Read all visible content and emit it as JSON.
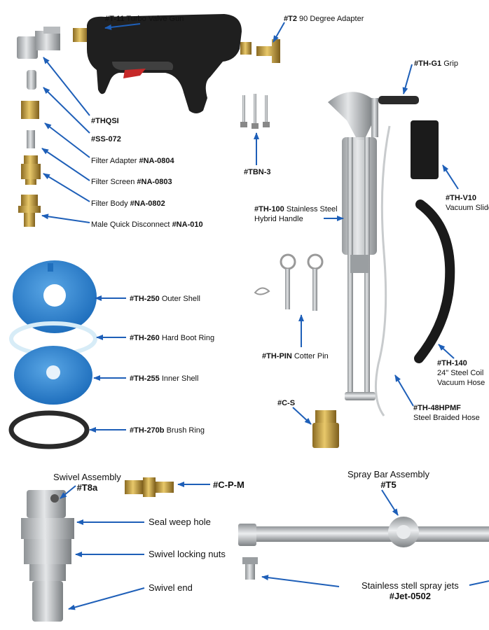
{
  "colors": {
    "arrow": "#1e5fb8",
    "shell_blue": "#2f86d4",
    "brass": "#c9a24a",
    "steel": "#b9bcbf",
    "dark": "#222222"
  },
  "labels": {
    "t11": {
      "code": "#T-11",
      "name": "Turbo Valve Gun"
    },
    "t2": {
      "code": "#T2",
      "name": "90 Degree Adapter"
    },
    "thg1": {
      "code": "#TH-G1",
      "name": "Grip"
    },
    "thqsi": {
      "code": "#THQSI",
      "name": ""
    },
    "ss072": {
      "code": "#SS-072",
      "name": ""
    },
    "na0804": {
      "name": "Filter Adapter",
      "code": "#NA-0804"
    },
    "na0803": {
      "name": "Filter Screen",
      "code": "#NA-0803"
    },
    "na0802": {
      "name": "Filter Body",
      "code": "#NA-0802"
    },
    "na010": {
      "name": "Male Quick Disconnect",
      "code": "#NA-010"
    },
    "tbn3": {
      "code": "#TBN-3"
    },
    "thv10": {
      "code": "#TH-V10",
      "name": "Vacuum Slide"
    },
    "th100": {
      "code": "#TH-100",
      "name": "Stainless Steel",
      "line2": "Hybrid Handle"
    },
    "th250": {
      "code": "#TH-250",
      "name": "Outer Shell"
    },
    "th260": {
      "code": "#TH-260",
      "name": "Hard Boot Ring"
    },
    "th255": {
      "code": "#TH-255",
      "name": "Inner Shell"
    },
    "th270b": {
      "code": "#TH-270b",
      "name": "Brush Ring"
    },
    "thpin": {
      "code": "#TH-PIN",
      "name": "Cotter Pin"
    },
    "th140": {
      "code": "#TH-140",
      "line2": "24\" Steel Coil",
      "line3": "Vacuum Hose"
    },
    "cs": {
      "code": "#C-S"
    },
    "th48": {
      "code": "#TH-48HPMF",
      "line2": "Steel Braided Hose"
    },
    "t8a": {
      "line1": "Swivel Assembly",
      "code": "#T8a"
    },
    "cpm": {
      "code": "#C-P-M"
    },
    "seal": {
      "text": "Seal weep hole"
    },
    "locking": {
      "text": "Swivel locking nuts"
    },
    "swivelend": {
      "text": "Swivel end"
    },
    "t5": {
      "line1": "Spray Bar Assembly",
      "code": "#T5"
    },
    "jets": {
      "line1": "Stainless stell spray jets",
      "code": "#Jet-0502"
    }
  }
}
